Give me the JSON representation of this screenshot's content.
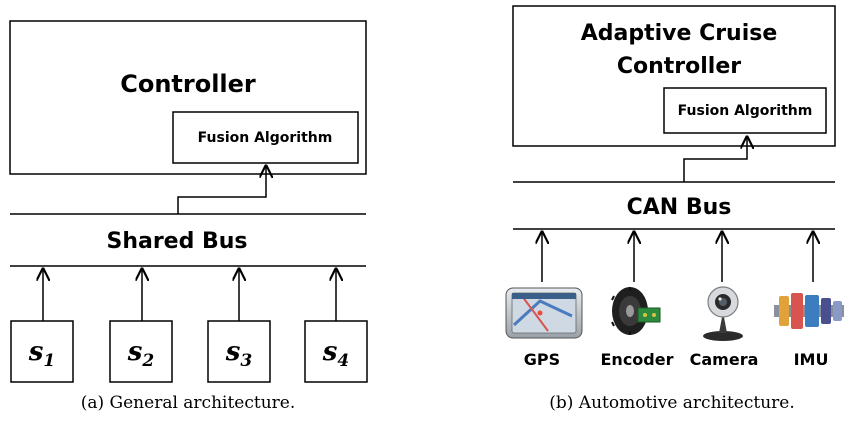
{
  "left": {
    "controller_label": "Controller",
    "fusion_label": "Fusion Algorithm",
    "bus_label": "Shared Bus",
    "sensors": [
      {
        "sym": "s",
        "sub": "1"
      },
      {
        "sym": "s",
        "sub": "2"
      },
      {
        "sym": "s",
        "sub": "3"
      },
      {
        "sym": "s",
        "sub": "4"
      }
    ],
    "caption": "(a) General architecture."
  },
  "right": {
    "controller_line1": "Adaptive Cruise",
    "controller_line2": "Controller",
    "fusion_label": "Fusion Algorithm",
    "bus_label": "CAN Bus",
    "sensors": [
      "GPS",
      "Encoder",
      "Camera",
      "IMU"
    ],
    "caption": "(b) Automotive architecture."
  }
}
